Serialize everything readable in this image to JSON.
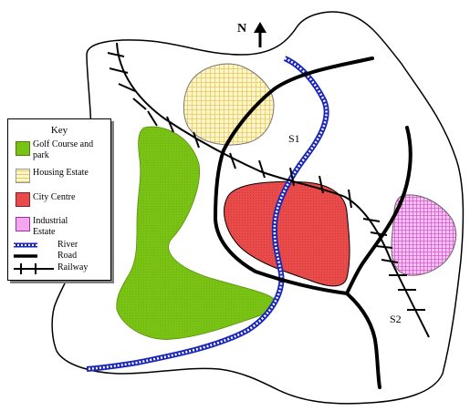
{
  "labels": {
    "north": "N",
    "s1": "S1",
    "s2": "S2"
  },
  "key": {
    "title": "Key",
    "items": [
      {
        "label": "Golf Course and park",
        "color": "#79c314"
      },
      {
        "label": "Housing Estate",
        "color": "#fff2b0"
      },
      {
        "label": "City Centre",
        "color": "#e94b4b"
      },
      {
        "label": "Industrial Estate",
        "color": "#f3a5ef"
      },
      {
        "label": "River",
        "color": "#2b39d8"
      },
      {
        "label": "Road",
        "color": "#000000"
      },
      {
        "label": "Railway",
        "color": "#000000"
      }
    ]
  }
}
